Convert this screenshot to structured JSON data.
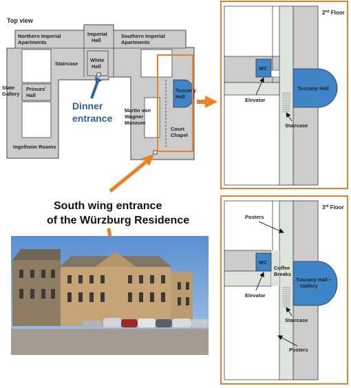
{
  "main_plan": {
    "top_view_title": "Top view",
    "rooms": {
      "northern_apartments": "Northern Imperial Apartments",
      "imperial_hall": "Imperial Hall",
      "southern_apartments": "Southern Imperial Apartments",
      "staircase": "Staircase",
      "white_hall": "White Hall",
      "state_gallery": "State Gallery",
      "princes_hall": "Princes' Hall",
      "ingelheim_rooms": "Ingelheim Rooms",
      "martin_von_wagner_museum": "Martin von Wagner Museum",
      "tuscany_hall": "Tuscany Hall",
      "court_chapel": "Court Chapel"
    },
    "dinner_entrance": "Dinner entrance",
    "south_wing_entrance": "South wing entrance of the Würzburg Residence"
  },
  "floor_2": {
    "title_num": "2",
    "title_sup": "nd",
    "title_rest": " Floor",
    "wc": "WC",
    "elevator": "Elevator",
    "tuscany_hall": "Tuscany Hall",
    "staircase": "Staircase"
  },
  "floor_3": {
    "title_num": "3",
    "title_sup": "rd",
    "title_rest": " Floor",
    "posters_top": "Posters",
    "wc": "WC",
    "coffee_breaks": "Coffee Breaks",
    "tuscany_gallery": "Tuscany Hall – Gallery",
    "elevator": "Elevator",
    "staircase": "Staircase",
    "posters_bottom": "Posters"
  },
  "colors": {
    "orange": "#f07f1f",
    "room_blue": "#3d85c6",
    "dark_blue": "#2e63a8",
    "gray": "#cccccc",
    "corridor": "#dde3dd"
  }
}
